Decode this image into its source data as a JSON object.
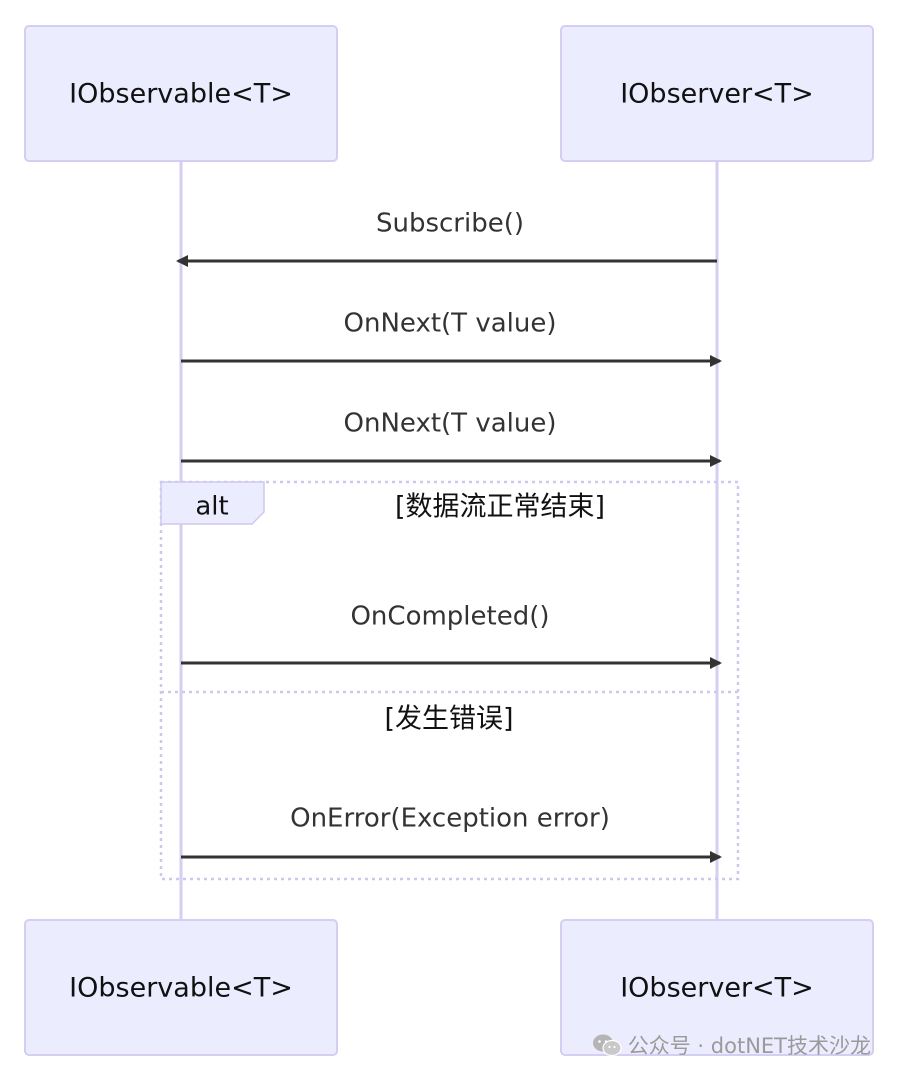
{
  "participants": {
    "left": "IObservable<T>",
    "right": "IObserver<T>"
  },
  "messages": [
    {
      "label": "Subscribe()",
      "direction": "right-to-left"
    },
    {
      "label": "OnNext(T value)",
      "direction": "left-to-right"
    },
    {
      "label": "OnNext(T value)",
      "direction": "left-to-right"
    },
    {
      "label": "OnCompleted()",
      "direction": "left-to-right"
    },
    {
      "label": "OnError(Exception error)",
      "direction": "left-to-right"
    }
  ],
  "alt_block": {
    "tag": "alt",
    "condition_1": "[数据流正常结束]",
    "condition_2": "[发生错误]"
  },
  "watermark": {
    "text": "公众号 · dotNET技术沙龙",
    "icon": "wechat-icon"
  },
  "colors": {
    "actor_fill": "#ececff",
    "actor_stroke": "#d6cdf2",
    "lifeline": "#d6cdf2",
    "arrow": "#333333"
  }
}
